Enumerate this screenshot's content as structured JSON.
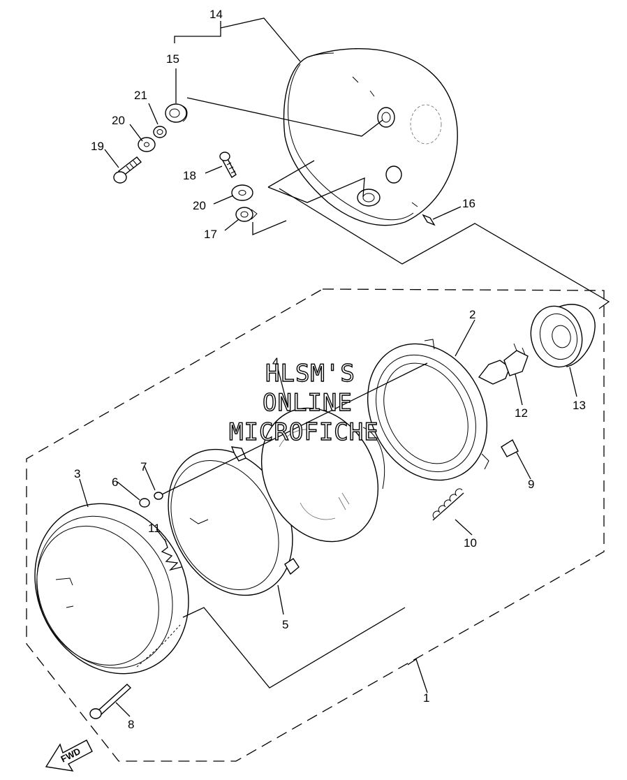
{
  "diagram": {
    "callouts": [
      {
        "id": "c1",
        "label": "1"
      },
      {
        "id": "c2",
        "label": "2"
      },
      {
        "id": "c3",
        "label": "3"
      },
      {
        "id": "c4",
        "label": "4"
      },
      {
        "id": "c5",
        "label": "5"
      },
      {
        "id": "c6",
        "label": "6"
      },
      {
        "id": "c7",
        "label": "7"
      },
      {
        "id": "c8",
        "label": "8"
      },
      {
        "id": "c9",
        "label": "9"
      },
      {
        "id": "c10",
        "label": "10"
      },
      {
        "id": "c11",
        "label": "11"
      },
      {
        "id": "c12",
        "label": "12"
      },
      {
        "id": "c13",
        "label": "13"
      },
      {
        "id": "c14",
        "label": "14"
      },
      {
        "id": "c15",
        "label": "15"
      },
      {
        "id": "c16",
        "label": "16"
      },
      {
        "id": "c17",
        "label": "17"
      },
      {
        "id": "c18",
        "label": "18"
      },
      {
        "id": "c19",
        "label": "19"
      },
      {
        "id": "c20a",
        "label": "20"
      },
      {
        "id": "c20b",
        "label": "20"
      },
      {
        "id": "c21",
        "label": "21"
      }
    ],
    "watermark": {
      "line1": "HLSM'S",
      "line2": "ONLINE",
      "line3": "MICROFICHE"
    },
    "direction_arrow": {
      "label": "FWD"
    }
  }
}
